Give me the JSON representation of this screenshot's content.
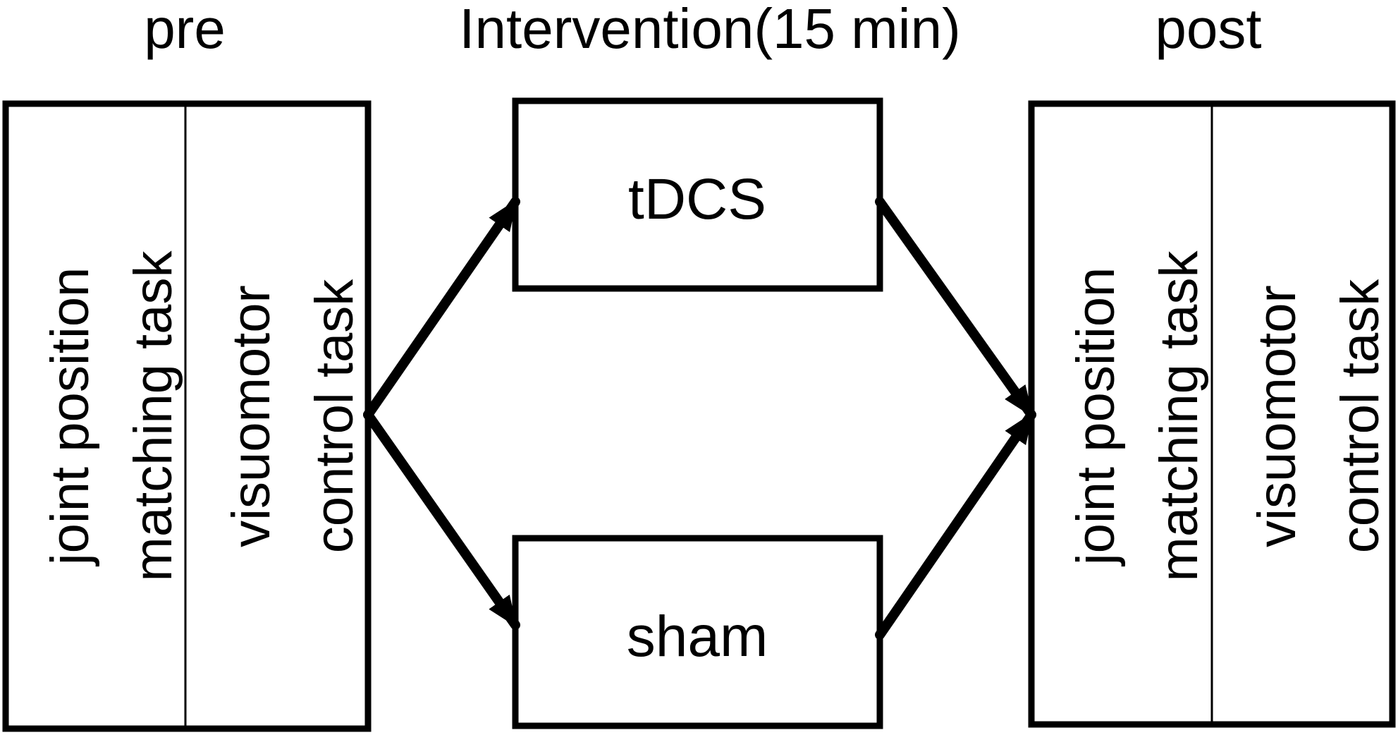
{
  "headers": {
    "pre": "pre",
    "intervention": "Intervention(15 min)",
    "post": "post"
  },
  "pre_box": {
    "task1_line1": "joint position",
    "task1_line2": "matching task",
    "task2_line1": "visuomotor",
    "task2_line2": "control task"
  },
  "intervention": {
    "tdcs": "tDCS",
    "sham": "sham"
  },
  "post_box": {
    "task1_line1": "joint position",
    "task1_line2": "matching task",
    "task2_line1": "visuomotor",
    "task2_line2": "control task"
  },
  "colors": {
    "stroke": "#000000",
    "background": "#ffffff"
  }
}
